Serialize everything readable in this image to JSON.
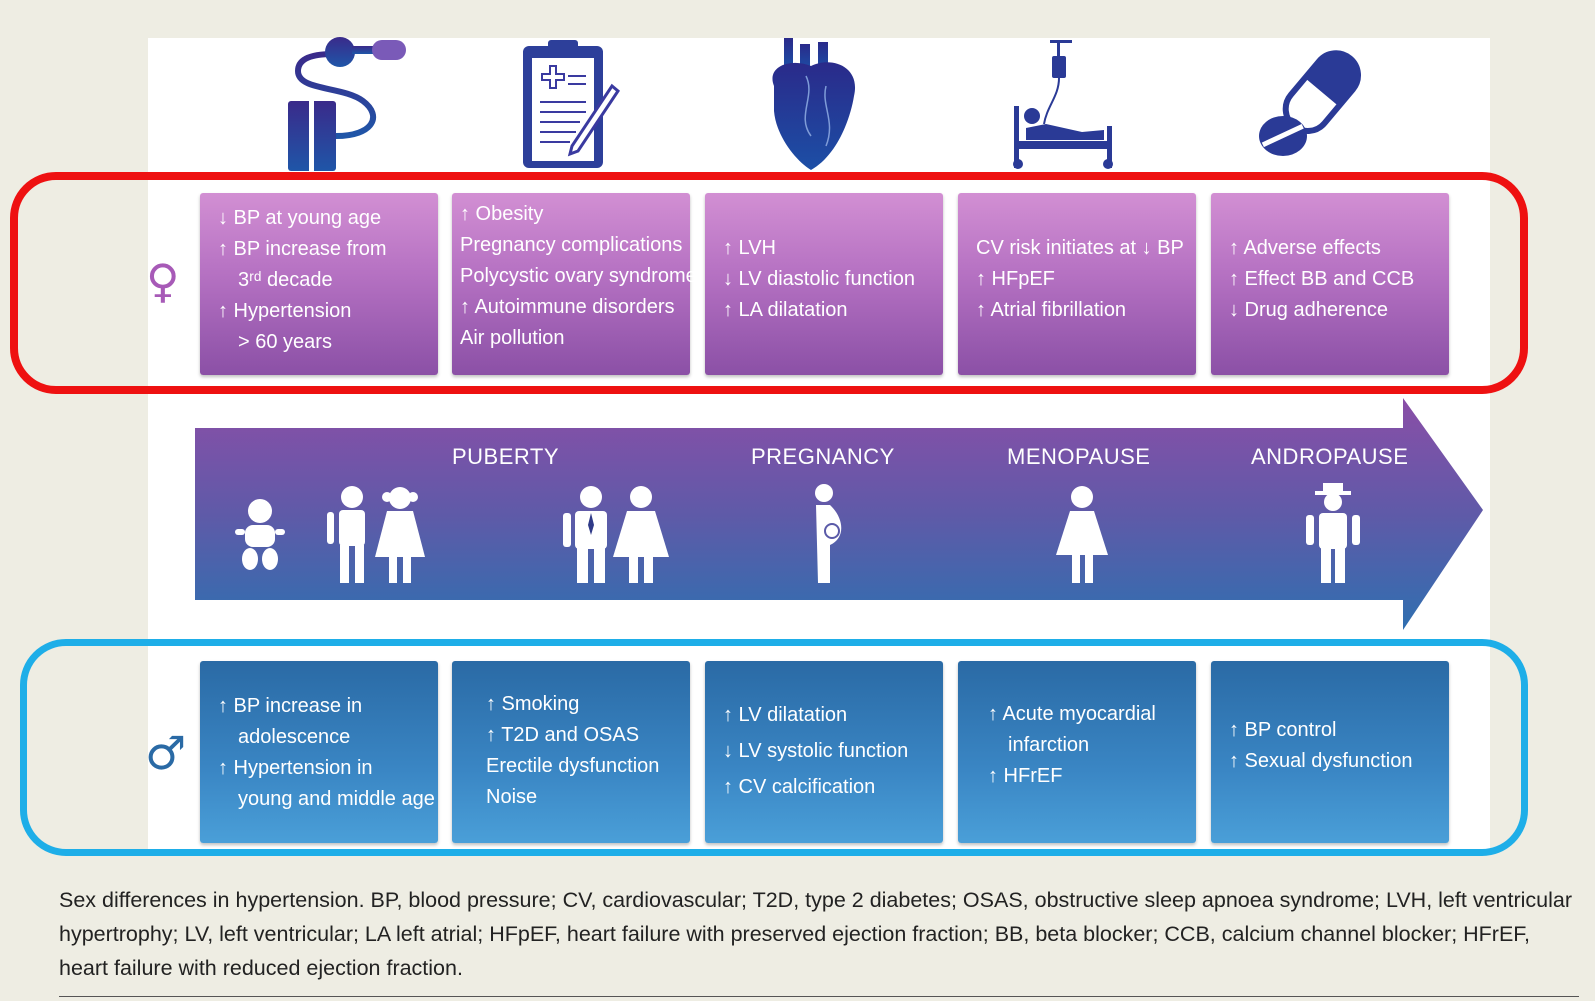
{
  "icons": [
    "blood-pressure-cuff-icon",
    "clipboard-icon",
    "heart-icon",
    "hospital-bed-icon",
    "pills-icon"
  ],
  "female": {
    "symbol": "♀",
    "boxes": [
      {
        "lines": [
          "↓ BP at young age",
          "↑ BP increase from",
          "3ʳᵈ decade",
          "↑ Hypertension",
          "> 60 years"
        ]
      },
      {
        "lines": [
          "↑ Obesity",
          "Pregnancy complications",
          "Polycystic ovary syndrome",
          "↑ Autoimmune disorders",
          "Air pollution"
        ]
      },
      {
        "lines": [
          "↑ LVH",
          "↓ LV diastolic function",
          "↑ LA dilatation"
        ]
      },
      {
        "lines": [
          "CV risk initiates at ↓ BP",
          "↑ HFpEF",
          "↑ Atrial fibrillation"
        ]
      },
      {
        "lines": [
          "↑ Adverse effects",
          "↑ Effect BB and CCB",
          "↓ Drug adherence"
        ]
      }
    ]
  },
  "male": {
    "symbol": "♂",
    "boxes": [
      {
        "lines": [
          "↑ BP increase in",
          "adolescence",
          "↑ Hypertension in",
          "young and middle age"
        ]
      },
      {
        "lines": [
          "↑ Smoking",
          "↑ T2D and OSAS",
          "Erectile dysfunction",
          "Noise"
        ]
      },
      {
        "lines": [
          "↑ LV dilatation",
          "↓ LV systolic function",
          "↑ CV calcification"
        ]
      },
      {
        "lines": [
          "↑ Acute myocardial",
          "infarction",
          "↑ HFrEF"
        ]
      },
      {
        "lines": [
          "↑ BP control",
          "↑ Sexual dysfunction"
        ]
      }
    ]
  },
  "stages": [
    "PUBERTY",
    "PREGNANCY",
    "MENOPAUSE",
    "ANDROPAUSE"
  ],
  "colors": {
    "female_frame": "#ee1111",
    "male_frame": "#1eaee8",
    "navy": "#1e3a8a",
    "purple": "#7b4ea8"
  },
  "caption": "Sex differences in hypertension. BP, blood pressure; CV, cardiovascular; T2D, type 2 diabetes; OSAS, obstructive sleep apnoea syndrome; LVH, left ventricular hypertrophy; LV, left ventricular; LA left atrial; HFpEF, heart failure with preserved ejection fraction; BB, beta blocker; CCB, calcium channel blocker; HFrEF, heart failure with reduced ejection fraction."
}
